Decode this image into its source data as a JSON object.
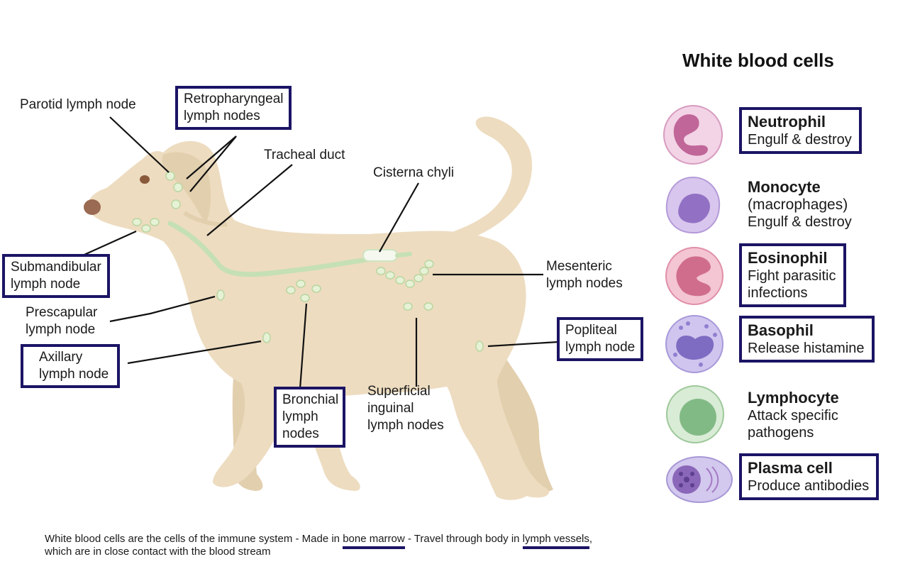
{
  "panel": {
    "title": "White blood cells"
  },
  "cells": [
    {
      "name": "Neutrophil",
      "sub": "",
      "desc": "Engulf & destroy",
      "desc2": "",
      "boxed": true,
      "icon": "neutrophil-icon"
    },
    {
      "name": "Monocyte",
      "sub": "(macrophages)",
      "desc": "Engulf & destroy",
      "desc2": "",
      "boxed": false,
      "icon": "monocyte-icon"
    },
    {
      "name": "Eosinophil",
      "sub": "",
      "desc": "Fight parasitic",
      "desc2": "infections",
      "boxed": true,
      "icon": "eosinophil-icon"
    },
    {
      "name": "Basophil",
      "sub": "",
      "desc": "Release histamine",
      "desc2": "",
      "boxed": true,
      "icon": "basophil-icon"
    },
    {
      "name": "Lymphocyte",
      "sub": "",
      "desc": "Attack specific",
      "desc2": "pathogens",
      "boxed": false,
      "icon": "lymphocyte-icon"
    },
    {
      "name": "Plasma cell",
      "sub": "",
      "desc": "Produce antibodies",
      "desc2": "",
      "boxed": true,
      "icon": "plasma-cell-icon"
    }
  ],
  "labels": {
    "parotid": [
      "Parotid lymph node"
    ],
    "retropharyngeal": [
      "Retropharyngeal",
      "lymph nodes"
    ],
    "tracheal": [
      "Tracheal duct"
    ],
    "cisterna": [
      "Cisterna chyli"
    ],
    "submandibular": [
      "Submandibular",
      "lymph node"
    ],
    "prescapular": [
      "Prescapular",
      "lymph node"
    ],
    "axillary": [
      "Axillary",
      "lymph node"
    ],
    "bronchial": [
      "Bronchial",
      "lymph",
      "nodes"
    ],
    "superficial": [
      "Superficial",
      "inguinal",
      "lymph nodes"
    ],
    "mesenteric": [
      "Mesenteric",
      "lymph nodes"
    ],
    "popliteal": [
      "Popliteal",
      "lymph node"
    ]
  },
  "footnote": {
    "part1": "White blood cells are the cells of the immune system - Made in ",
    "highlight1": "bone marrow",
    "part2": " - Travel through body in ",
    "highlight2": "lymph vessels",
    "part3": ",",
    "line2": "which are in close contact with the blood stream"
  },
  "colors": {
    "dog": "#eddcc0",
    "dog_shadow": "#e2cfae",
    "lymph_vessel": "#c5e0b4",
    "node": "#e6f2d6",
    "box_border": "#1b1464"
  }
}
